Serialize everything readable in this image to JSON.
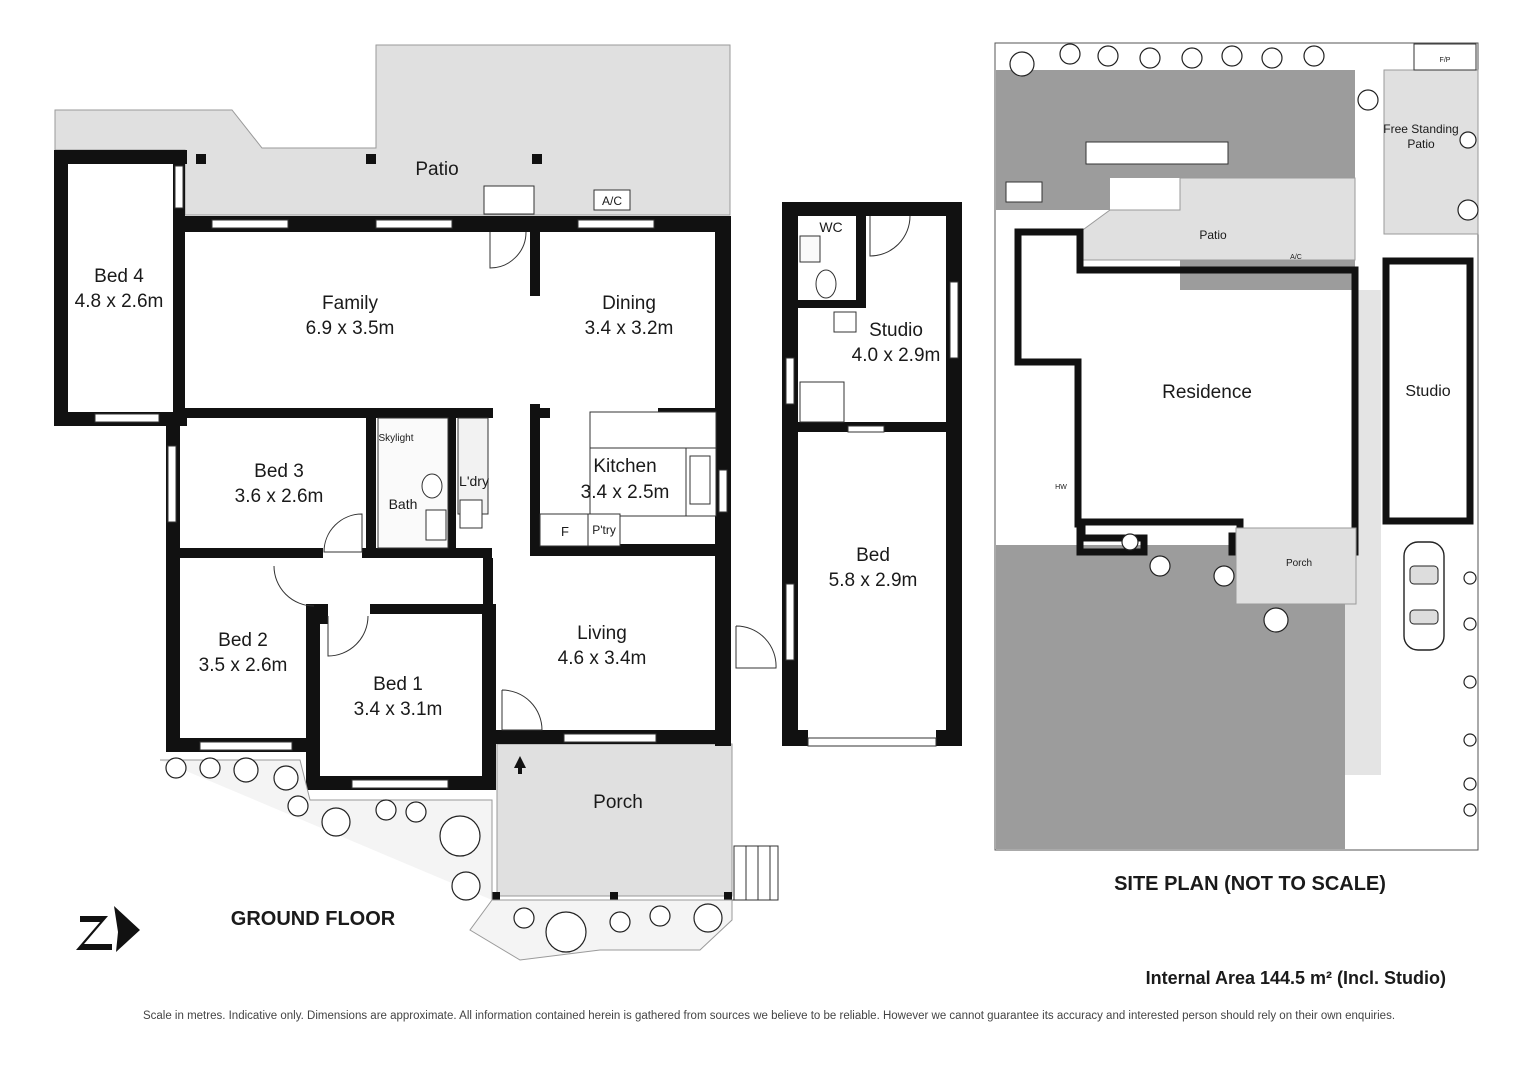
{
  "ground_floor": {
    "heading": "GROUND FLOOR",
    "patio": "Patio",
    "ac": "A/C",
    "rooms": {
      "bed4": {
        "name": "Bed 4",
        "size": "4.8 x 2.6m"
      },
      "family": {
        "name": "Family",
        "size": "6.9 x 3.5m"
      },
      "dining": {
        "name": "Dining",
        "size": "3.4 x 3.2m"
      },
      "bed3": {
        "name": "Bed 3",
        "size": "3.6 x 2.6m"
      },
      "kitchen": {
        "name": "Kitchen",
        "size": "3.4 x 2.5m"
      },
      "bed2": {
        "name": "Bed 2",
        "size": "3.5 x 2.6m"
      },
      "bed1": {
        "name": "Bed 1",
        "size": "3.4 x 3.1m"
      },
      "living": {
        "name": "Living",
        "size": "4.6 x 3.4m"
      },
      "porch": {
        "name": "Porch"
      }
    },
    "labels": {
      "skylight": "Skylight",
      "bath": "Bath",
      "laundry": "L'dry",
      "fridge": "F",
      "pantry": "P'try"
    }
  },
  "studio_building": {
    "wc": "WC",
    "studio": {
      "name": "Studio",
      "size": "4.0 x 2.9m"
    },
    "bed": {
      "name": "Bed",
      "size": "5.8 x 2.9m"
    }
  },
  "site_plan": {
    "heading": "SITE PLAN (NOT TO SCALE)",
    "residence": "Residence",
    "studio": "Studio",
    "patio": "Patio",
    "free_standing_patio_line1": "Free Standing",
    "free_standing_patio_line2": "Patio",
    "porch": "Porch",
    "ac": "A/C",
    "fp": "F/P",
    "hw": "HW"
  },
  "internal_area": "Internal Area 144.5 m² (Incl. Studio)",
  "disclaimer": "Scale in metres. Indicative only. Dimensions are approximate. All information contained herein is gathered from sources we believe to be reliable. However we cannot guarantee its accuracy and interested person should rely on their own enquiries."
}
